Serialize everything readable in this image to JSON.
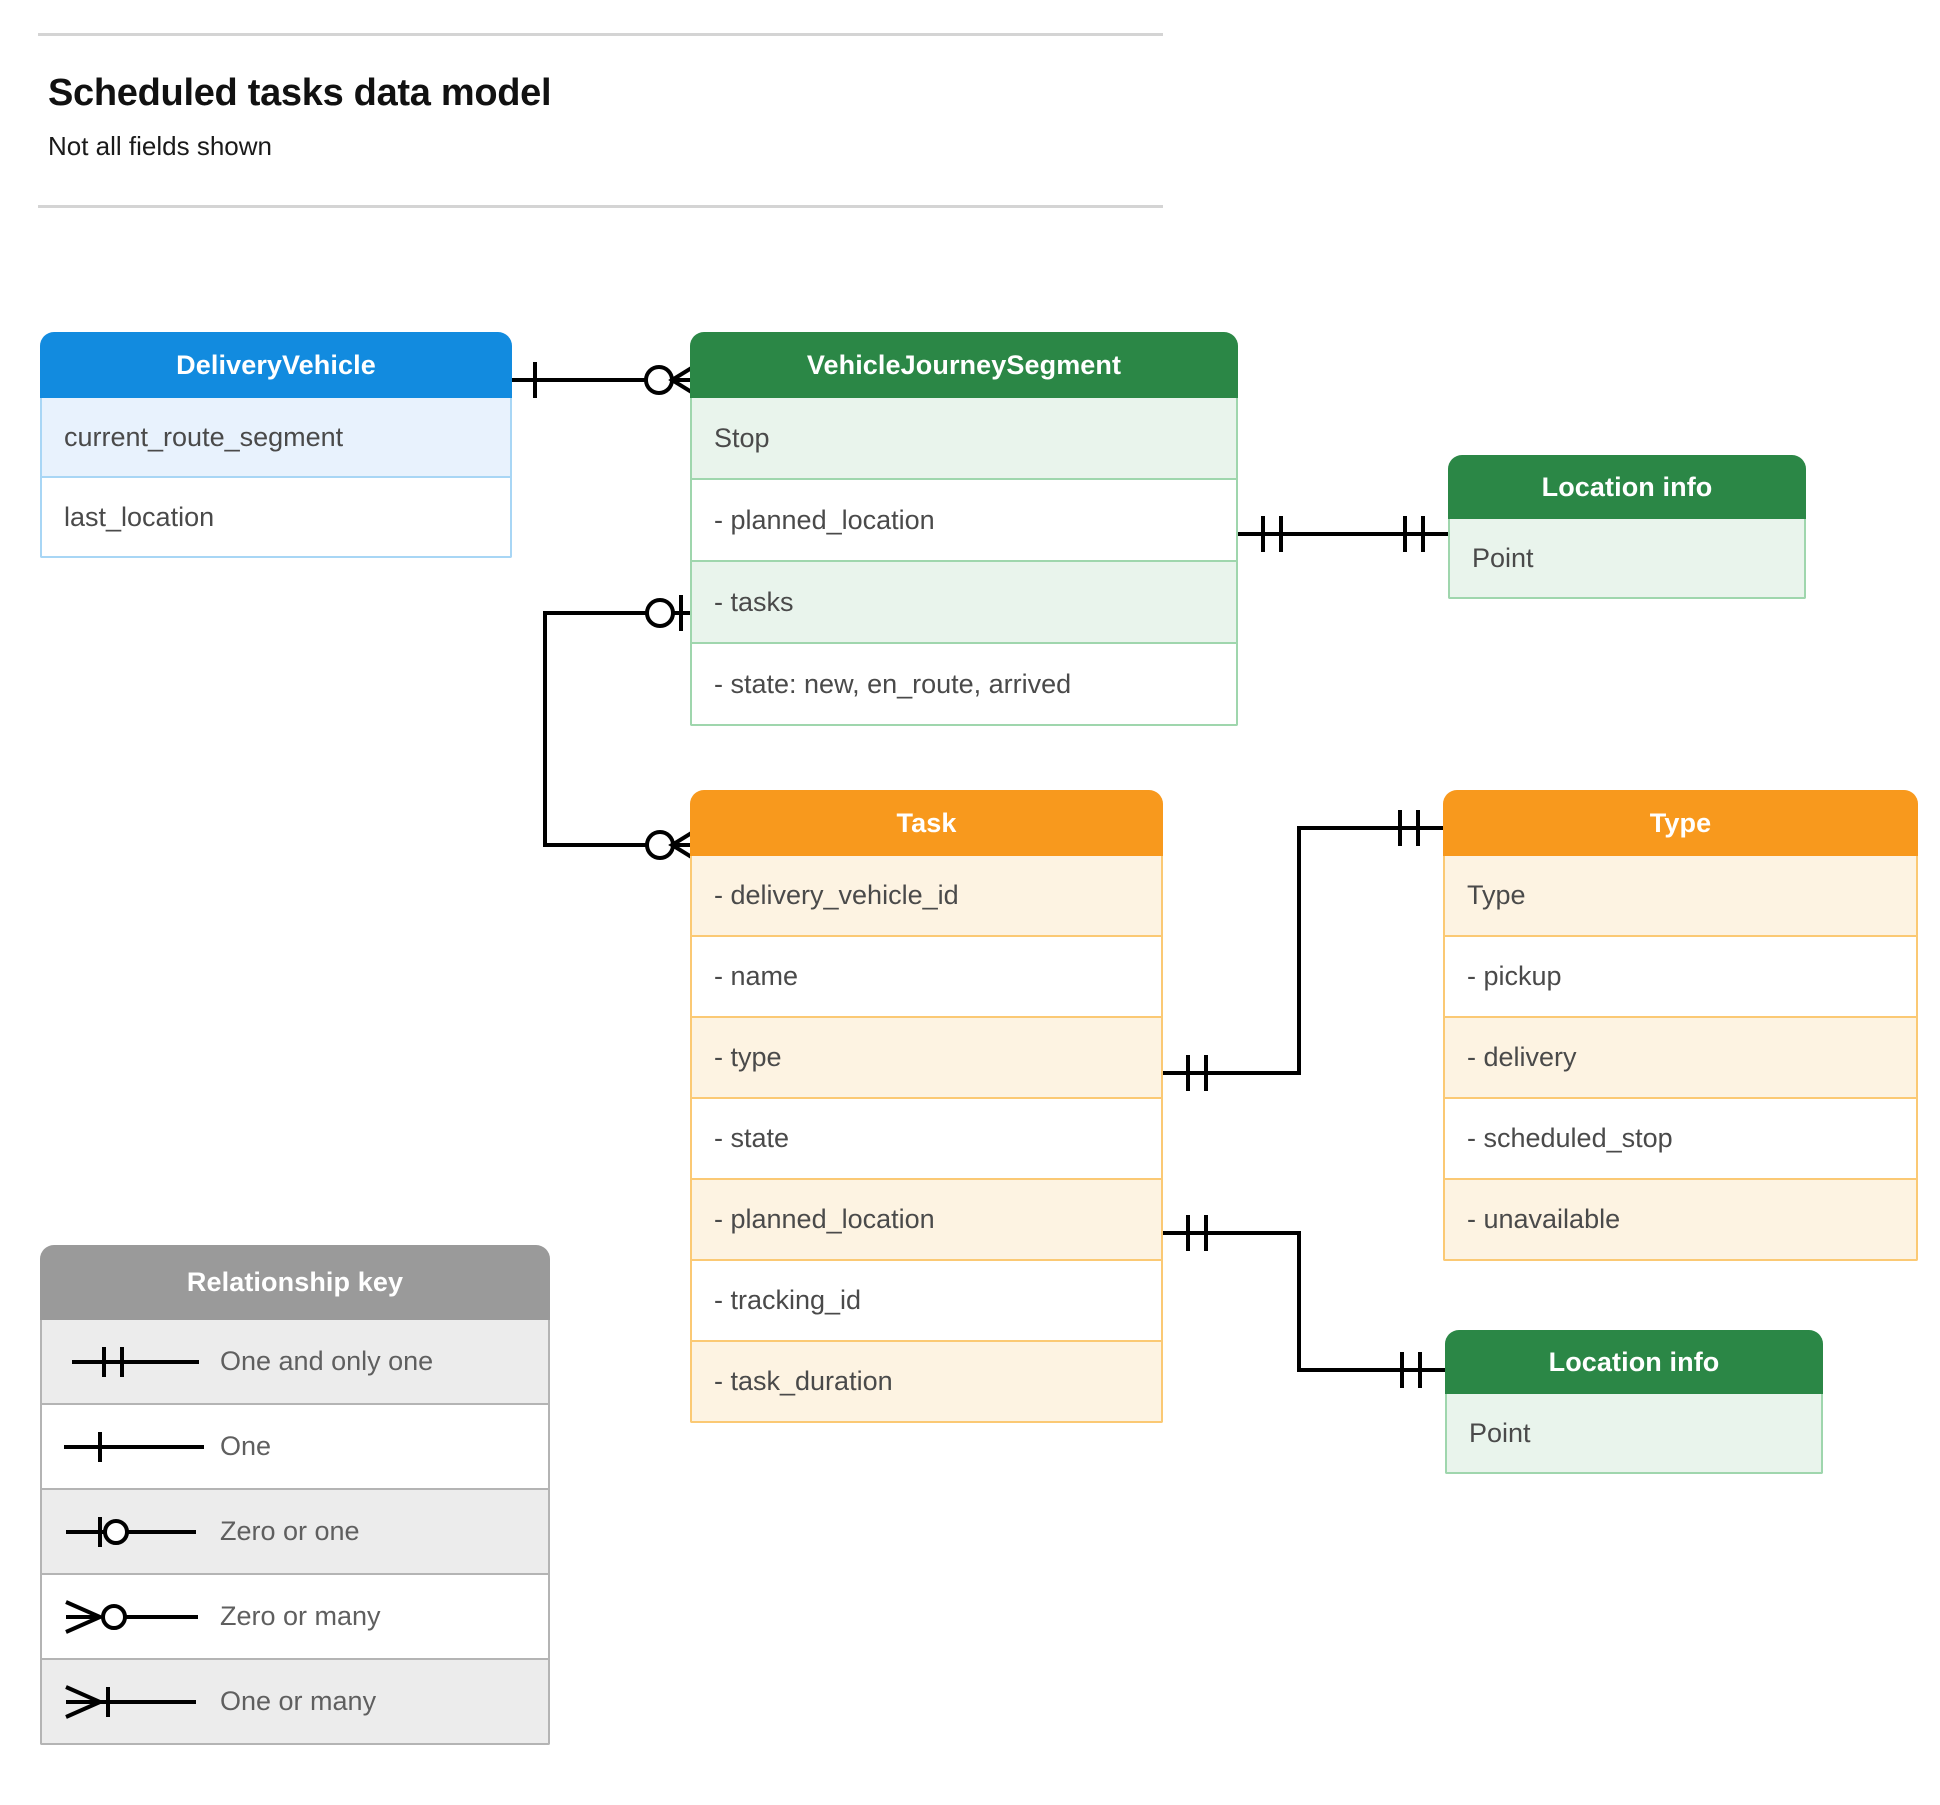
{
  "header": {
    "title": "Scheduled tasks data model",
    "subtitle": "Not all fields shown"
  },
  "colors": {
    "blue_header": "#128bdf",
    "blue_row": "#e8f2fd",
    "blue_border": "#a8d6f5",
    "green_header": "#2b8746",
    "green_row": "#e9f4ec",
    "green_border": "#9fd6ad",
    "orange_header": "#f8991d",
    "orange_row": "#fdf3e2",
    "orange_border": "#fbc974",
    "grey_header": "#9a9a9a",
    "grey_row": "#ececec",
    "connector": "#000000",
    "text": "#4a4a4a"
  },
  "entities": {
    "delivery_vehicle": {
      "title": "DeliveryVehicle",
      "rows": [
        {
          "label": "current_route_segment"
        },
        {
          "label": "last_location"
        }
      ]
    },
    "vehicle_journey_segment": {
      "title": "VehicleJourneySegment",
      "rows": [
        {
          "label": "Stop"
        },
        {
          "label": "-  planned_location"
        },
        {
          "label": "- tasks"
        },
        {
          "label": "- state: new, en_route, arrived"
        }
      ]
    },
    "location_info_top": {
      "title": "Location info",
      "rows": [
        {
          "label": "Point"
        }
      ]
    },
    "task": {
      "title": "Task",
      "rows": [
        {
          "label": "- delivery_vehicle_id"
        },
        {
          "label": "- name"
        },
        {
          "label": "- type"
        },
        {
          "label": "- state"
        },
        {
          "label": "- planned_location"
        },
        {
          "label": "- tracking_id"
        },
        {
          "label": "- task_duration"
        }
      ]
    },
    "type": {
      "title": "Type",
      "rows": [
        {
          "label": "Type"
        },
        {
          "label": "-   pickup"
        },
        {
          "label": "-   delivery"
        },
        {
          "label": "-   scheduled_stop"
        },
        {
          "label": "-   unavailable"
        }
      ]
    },
    "location_info_bottom": {
      "title": "Location info",
      "rows": [
        {
          "label": "Point"
        }
      ]
    }
  },
  "legend": {
    "title": "Relationship key",
    "items": [
      {
        "symbol": "one-and-only-one-symbol",
        "label": "One and only one"
      },
      {
        "symbol": "one-symbol",
        "label": "One"
      },
      {
        "symbol": "zero-or-one-symbol",
        "label": "Zero or one"
      },
      {
        "symbol": "zero-or-many-symbol",
        "label": "Zero or many"
      },
      {
        "symbol": "one-or-many-symbol",
        "label": "One or many"
      }
    ]
  },
  "relationships": [
    {
      "from": "DeliveryVehicle",
      "from_card": "one",
      "to": "VehicleJourneySegment",
      "to_card": "zero or many"
    },
    {
      "from": "VehicleJourneySegment.planned_location",
      "from_card": "one and only one",
      "to": "Location info",
      "to_card": "one and only one"
    },
    {
      "from": "VehicleJourneySegment.tasks",
      "from_card": "zero or one",
      "to": "Task",
      "to_card": "zero or many"
    },
    {
      "from": "Task.type",
      "from_card": "one and only one",
      "to": "Type",
      "to_card": "one and only one"
    },
    {
      "from": "Task.planned_location",
      "from_card": "one and only one",
      "to": "Location info",
      "to_card": "one and only one"
    }
  ]
}
